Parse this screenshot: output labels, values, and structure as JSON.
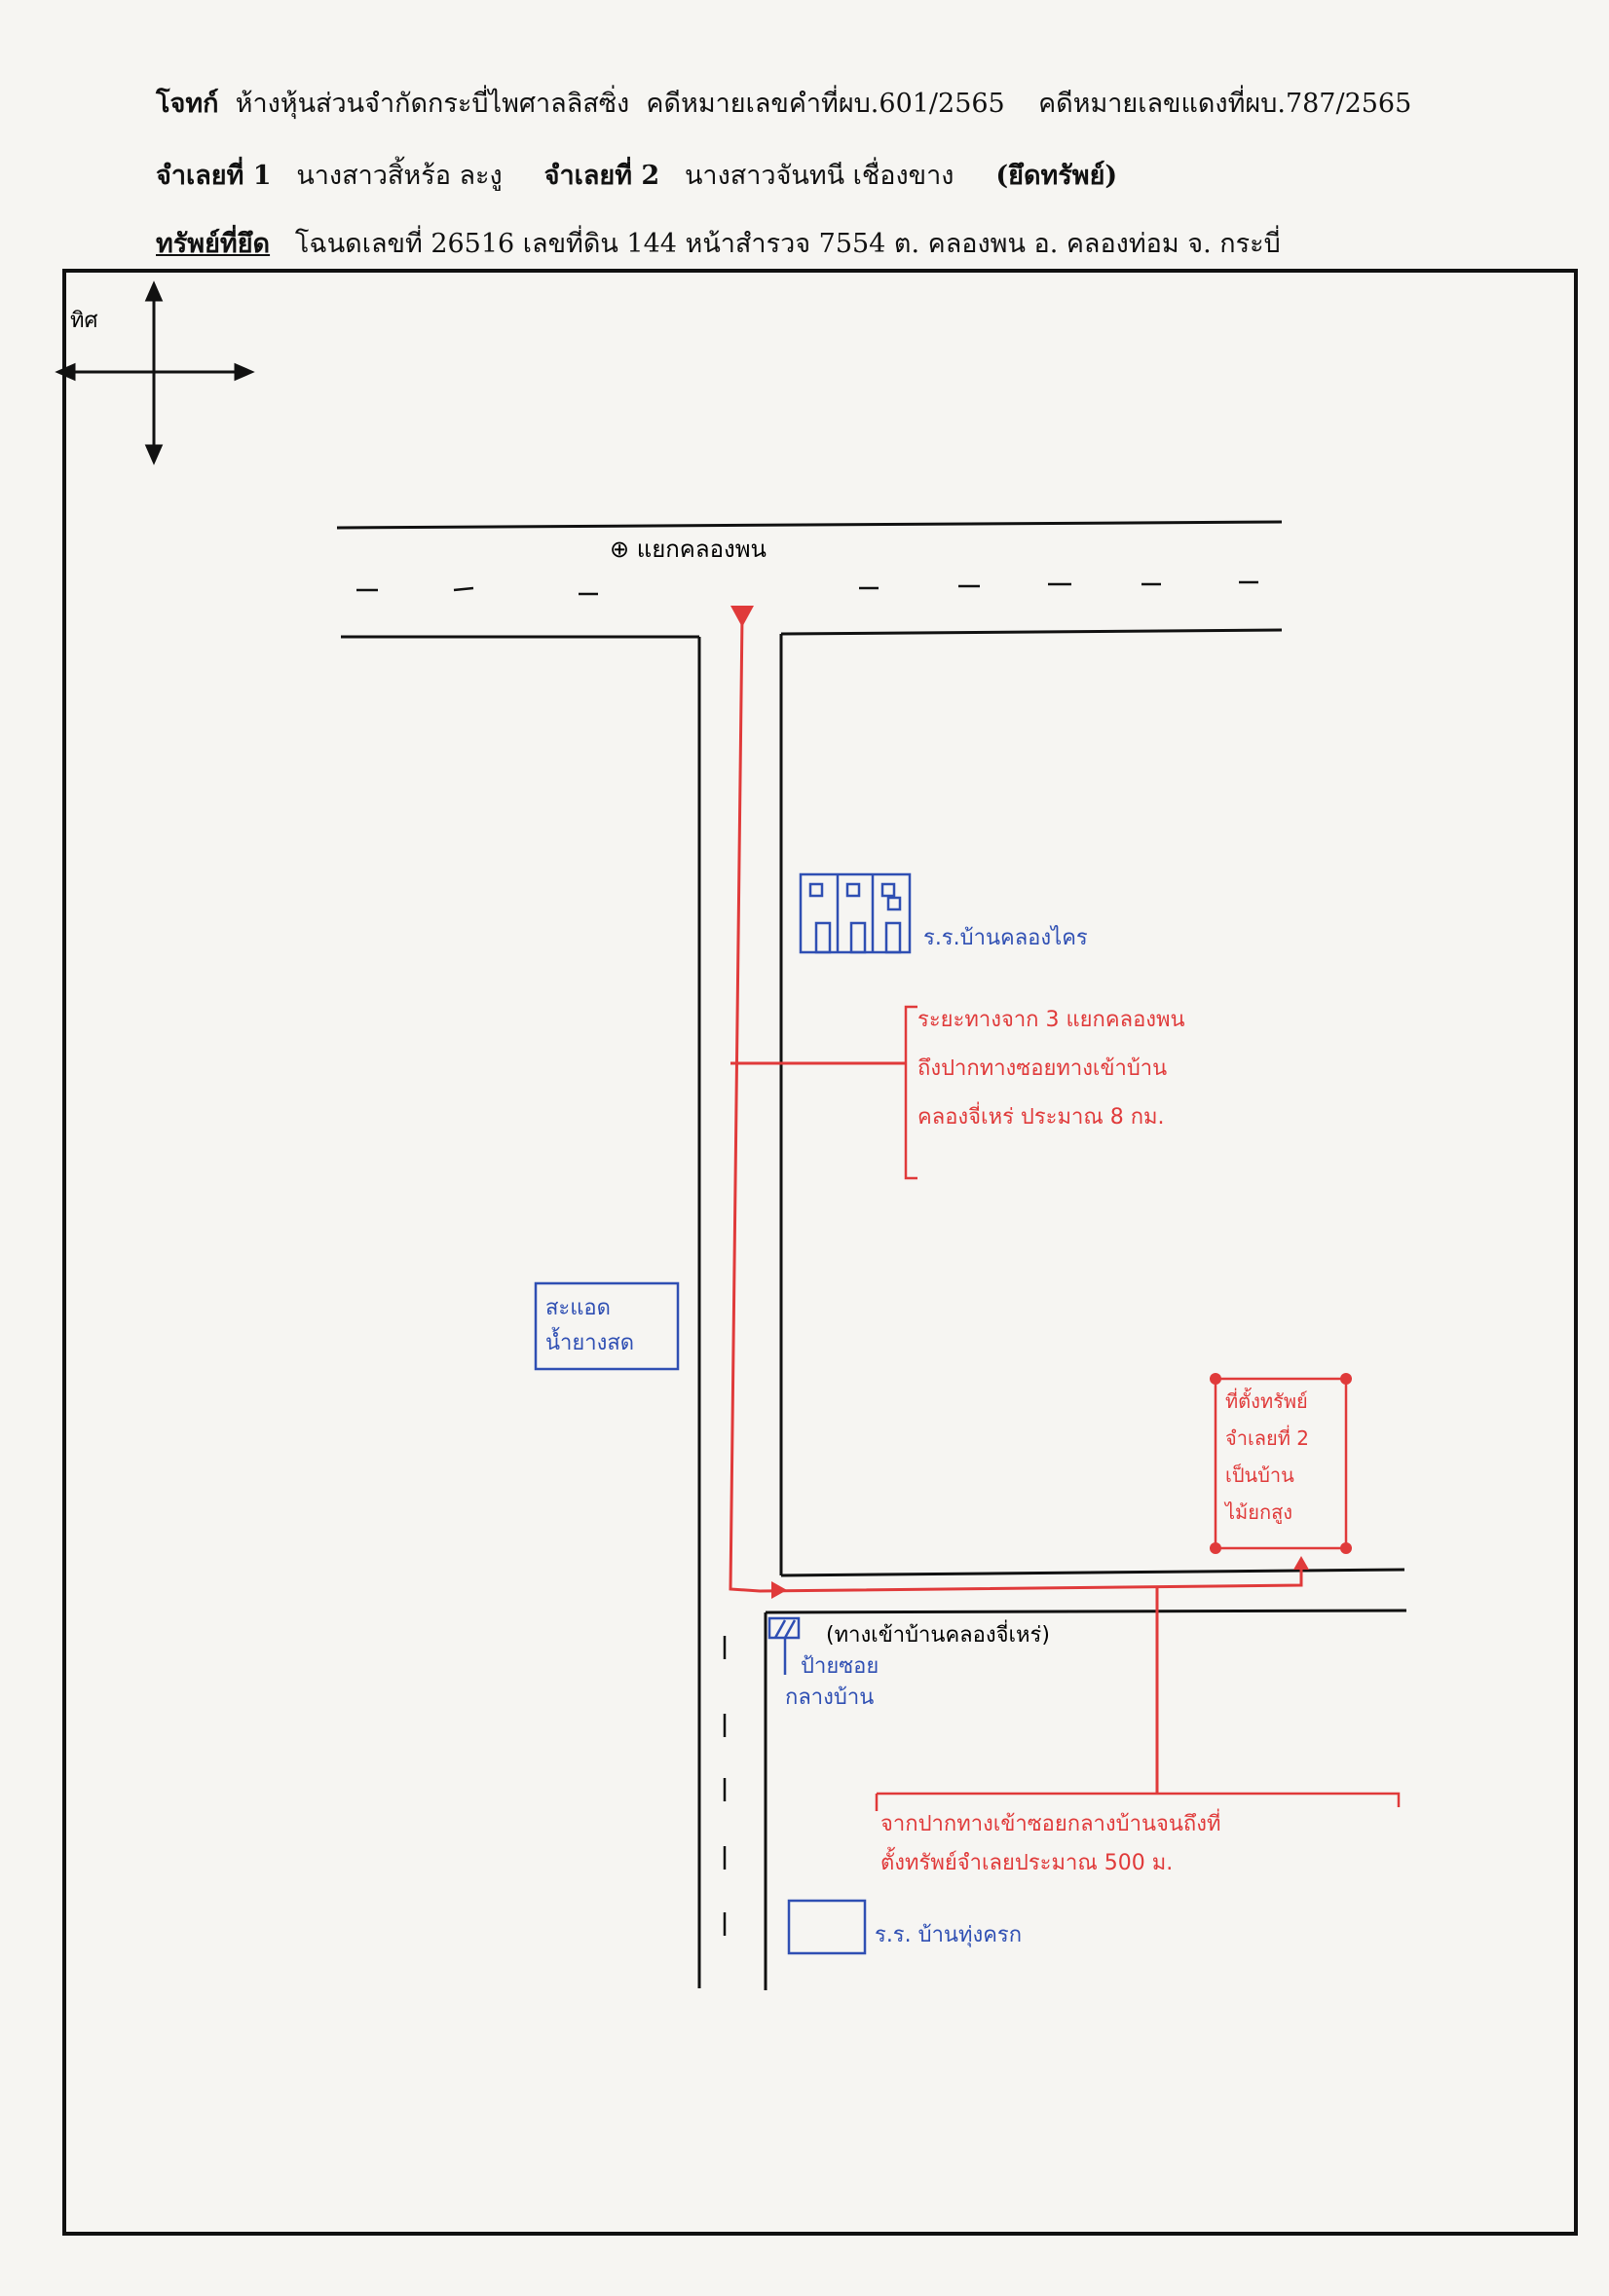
{
  "header": {
    "plaintiff_label": "โจทก์",
    "plaintiff_value": "ห้างหุ้นส่วนจำกัดกระบี่ไพศาลลิสซิ่ง",
    "case_black": "คดีหมายเลขคำที่ผบ.601/2565",
    "case_red": "คดีหมายเลขแดงที่ผบ.787/2565",
    "defendant1_label": "จำเลยที่ 1",
    "defendant1_value": "นางสาวสิ้หร้อ ละงู",
    "defendant2_label": "จำเลยที่ 2",
    "defendant2_value": "นางสาวจันทนี เชื่องขาง",
    "seizure_note": "(ยึดทรัพย์)",
    "asset_label": "ทรัพย์ที่ยึด",
    "asset_value": "โฉนดเลขที่ 26516 เลขที่ดิน 144 หน้าสำรวจ 7554 ต. คลองพน อ. คลองท่อม จ. กระบี่"
  },
  "map": {
    "compass_label": "ทิศ",
    "main_road_label": "⊕ แยกคลองพน",
    "school_label": "ร.ร.บ้านคลองไคร",
    "rubber_shop_label": [
      "สะแอด",
      "น้ำยางสด"
    ],
    "distance_note_1": [
      "ระยะทางจาก 3 แยกคลองพน",
      "ถึงปากทางซอยทางเข้าบ้าน",
      "คลองจี่เหร่ ประมาณ 8 กม."
    ],
    "property_box": [
      "ที่ตั้งทรัพย์",
      "จำเลยที่ 2",
      "เป็นบ้าน",
      "ไม้ยกสูง"
    ],
    "side_road_label": "(ทางเข้าบ้านคลองจี่เหร่)",
    "sign_label": [
      "ป้ายซอย",
      "กลางบ้าน"
    ],
    "distance_note_2": [
      "จากปากทางเข้าซอยกลางบ้านจนถึงที่",
      "ตั้งทรัพย์จำเลยประมาณ 500 ม."
    ],
    "school2_label": "ร.ร. บ้านทุ่งครก",
    "colors": {
      "ink_blue": "#2f4fb3",
      "ink_red": "#e03a3a",
      "ink_black": "#111111"
    }
  }
}
